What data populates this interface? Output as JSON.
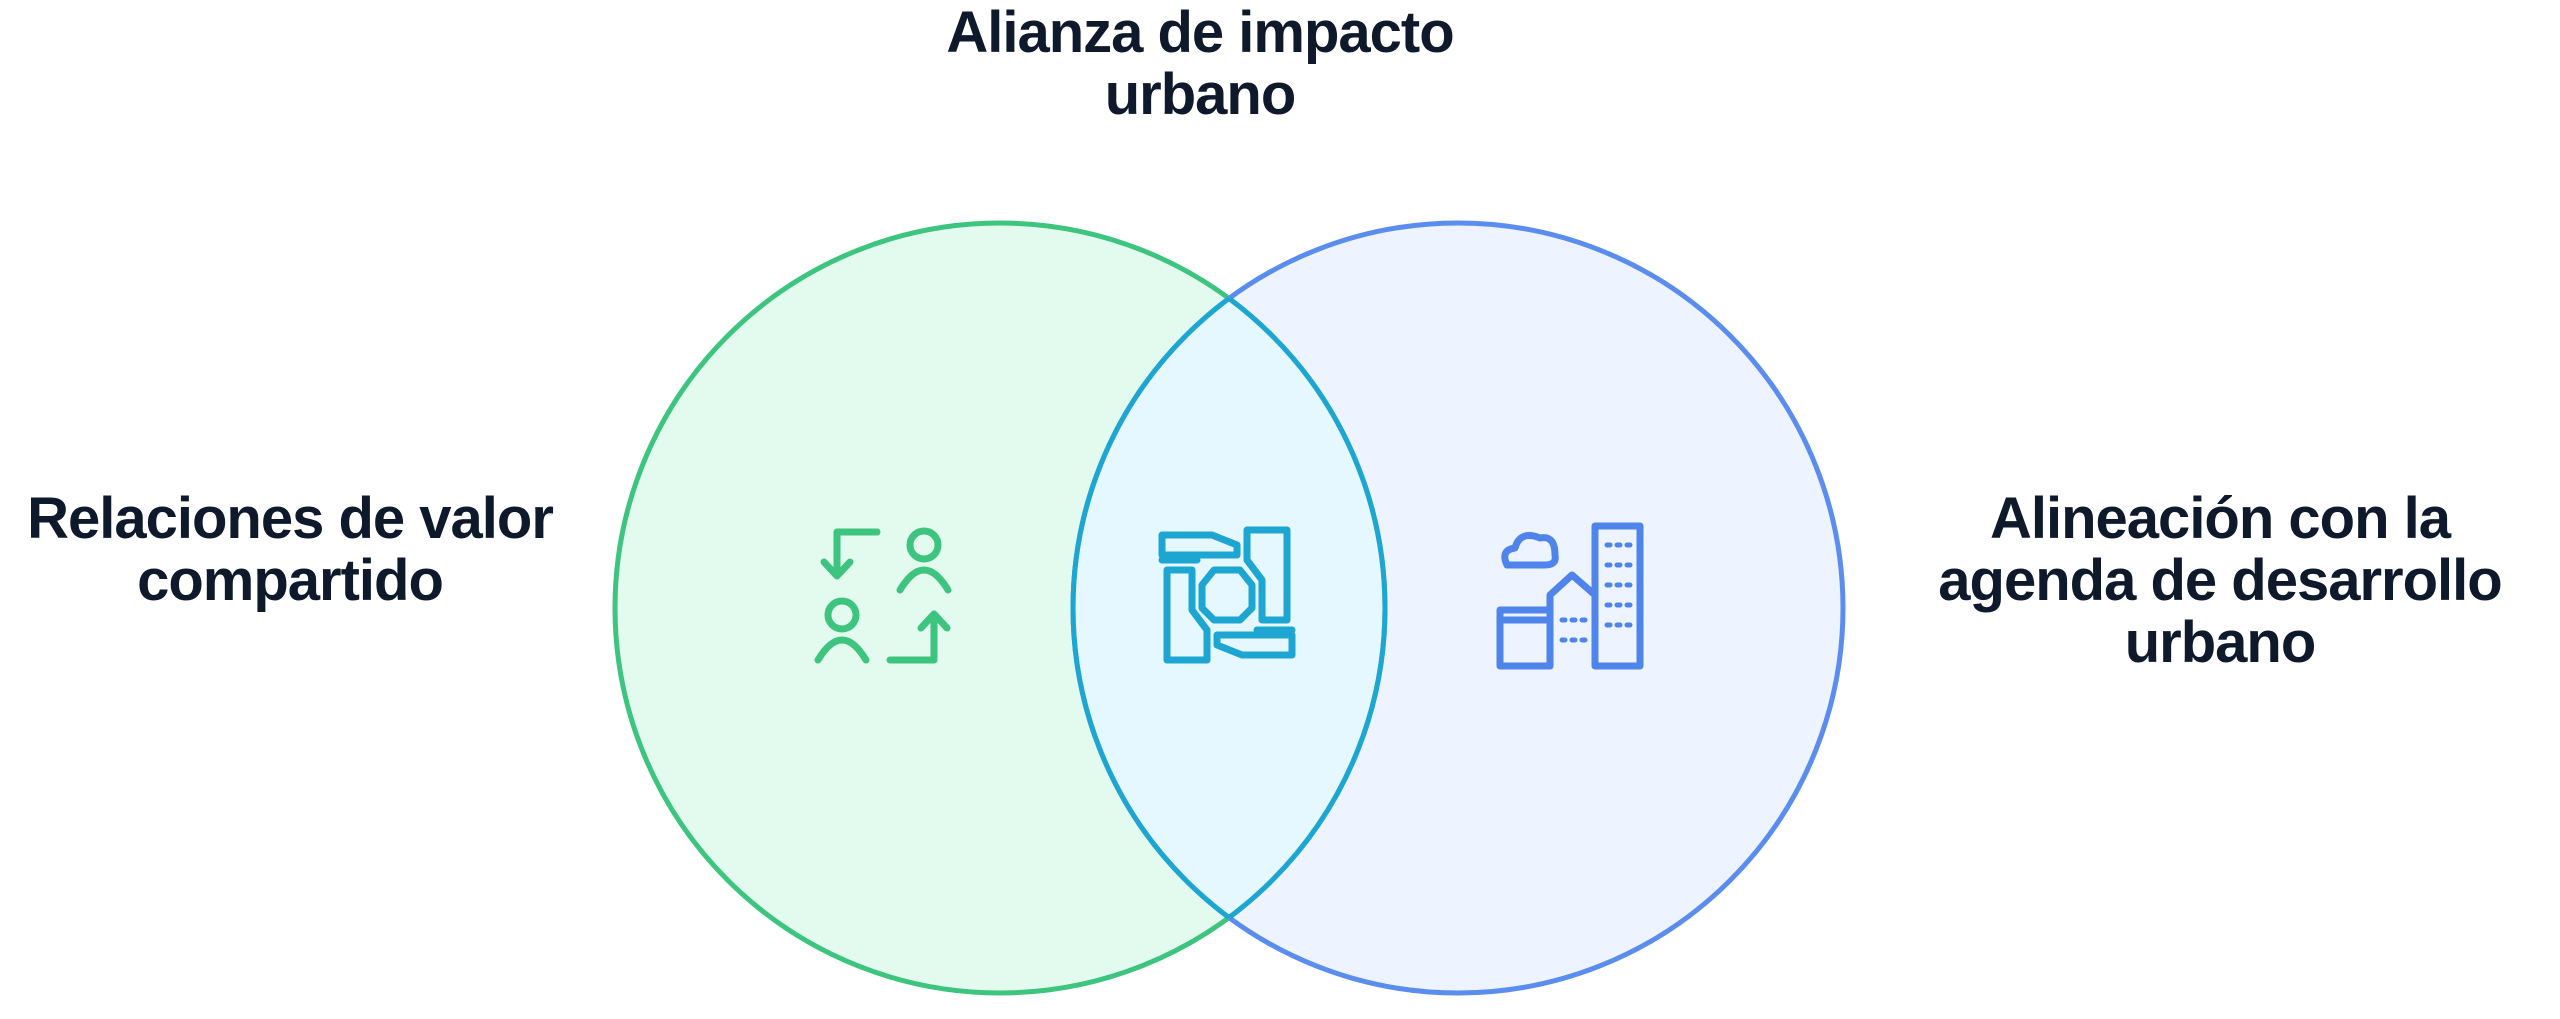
{
  "diagram": {
    "type": "venn",
    "top_label": [
      "Alianza de impacto",
      "urbano"
    ],
    "left_label": [
      "Relaciones de valor",
      "compartido"
    ],
    "right_label": [
      "Alineación con la",
      "agenda de desarrollo",
      "urbano"
    ],
    "sets": [
      {
        "name": "left",
        "icon": "people-exchange-icon",
        "stroke": "#3dc47e",
        "fill": "#e3fbef"
      },
      {
        "name": "right",
        "icon": "city-buildings-icon",
        "stroke": "#5b8def",
        "fill": "#edf3ff"
      }
    ],
    "intersection": {
      "icon": "joined-hands-icon",
      "stroke": "#1ea6d2",
      "fill": "#e6f8ff"
    }
  }
}
